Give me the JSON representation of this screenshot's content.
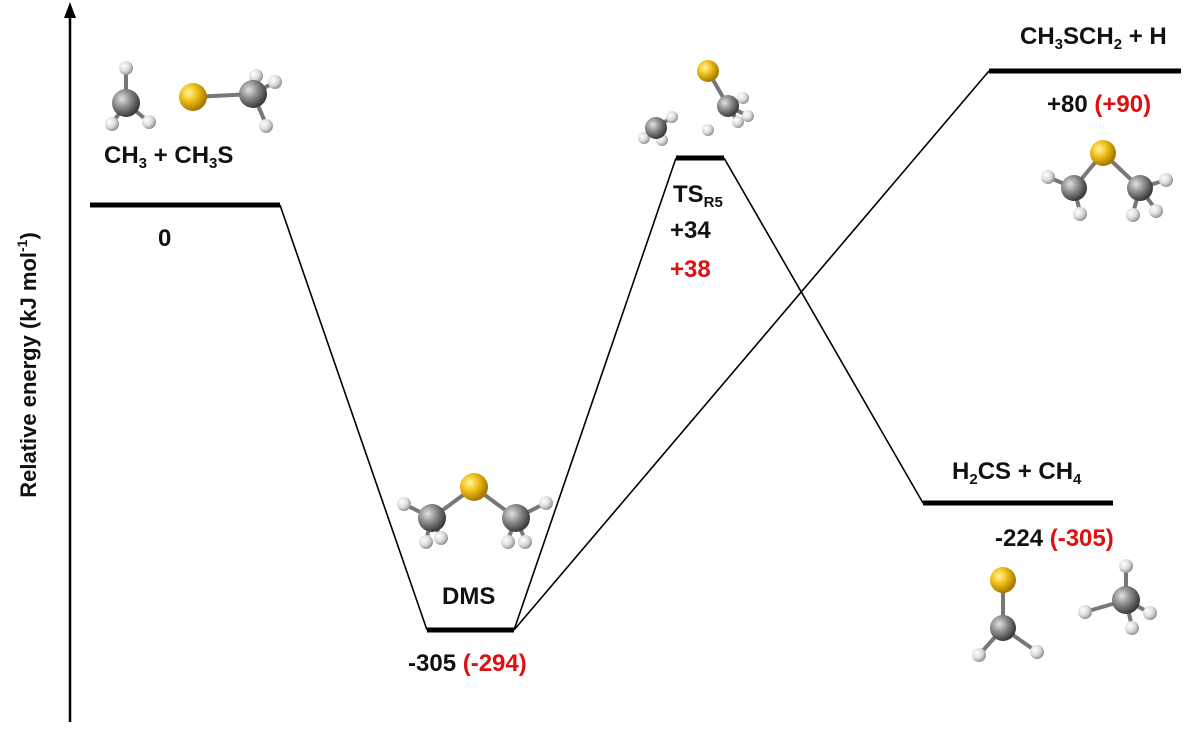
{
  "diagram": {
    "y_axis_label": "Relative energy (kJ mol",
    "y_axis_label_sup": "-1",
    "y_axis_label_end": ")",
    "species": [
      {
        "id": "reactants",
        "name_parts": [
          "CH",
          "3",
          " + CH",
          "3",
          "S"
        ],
        "energy": "0",
        "energy_alt": ""
      },
      {
        "id": "dms",
        "name_parts": [
          "DMS"
        ],
        "energy": "-305",
        "energy_alt": "(-294)"
      },
      {
        "id": "ts",
        "name_parts": [
          "TS",
          "R5"
        ],
        "energy": "+34",
        "energy_alt": "+38"
      },
      {
        "id": "ch3sch2",
        "name_parts": [
          "CH",
          "3",
          "SCH",
          "2",
          " + H"
        ],
        "energy": "+80",
        "energy_alt": "(+90)"
      },
      {
        "id": "h2cs",
        "name_parts": [
          "H",
          "2",
          "CS + CH",
          "4"
        ],
        "energy": "-224",
        "energy_alt": "(-305)"
      }
    ]
  }
}
